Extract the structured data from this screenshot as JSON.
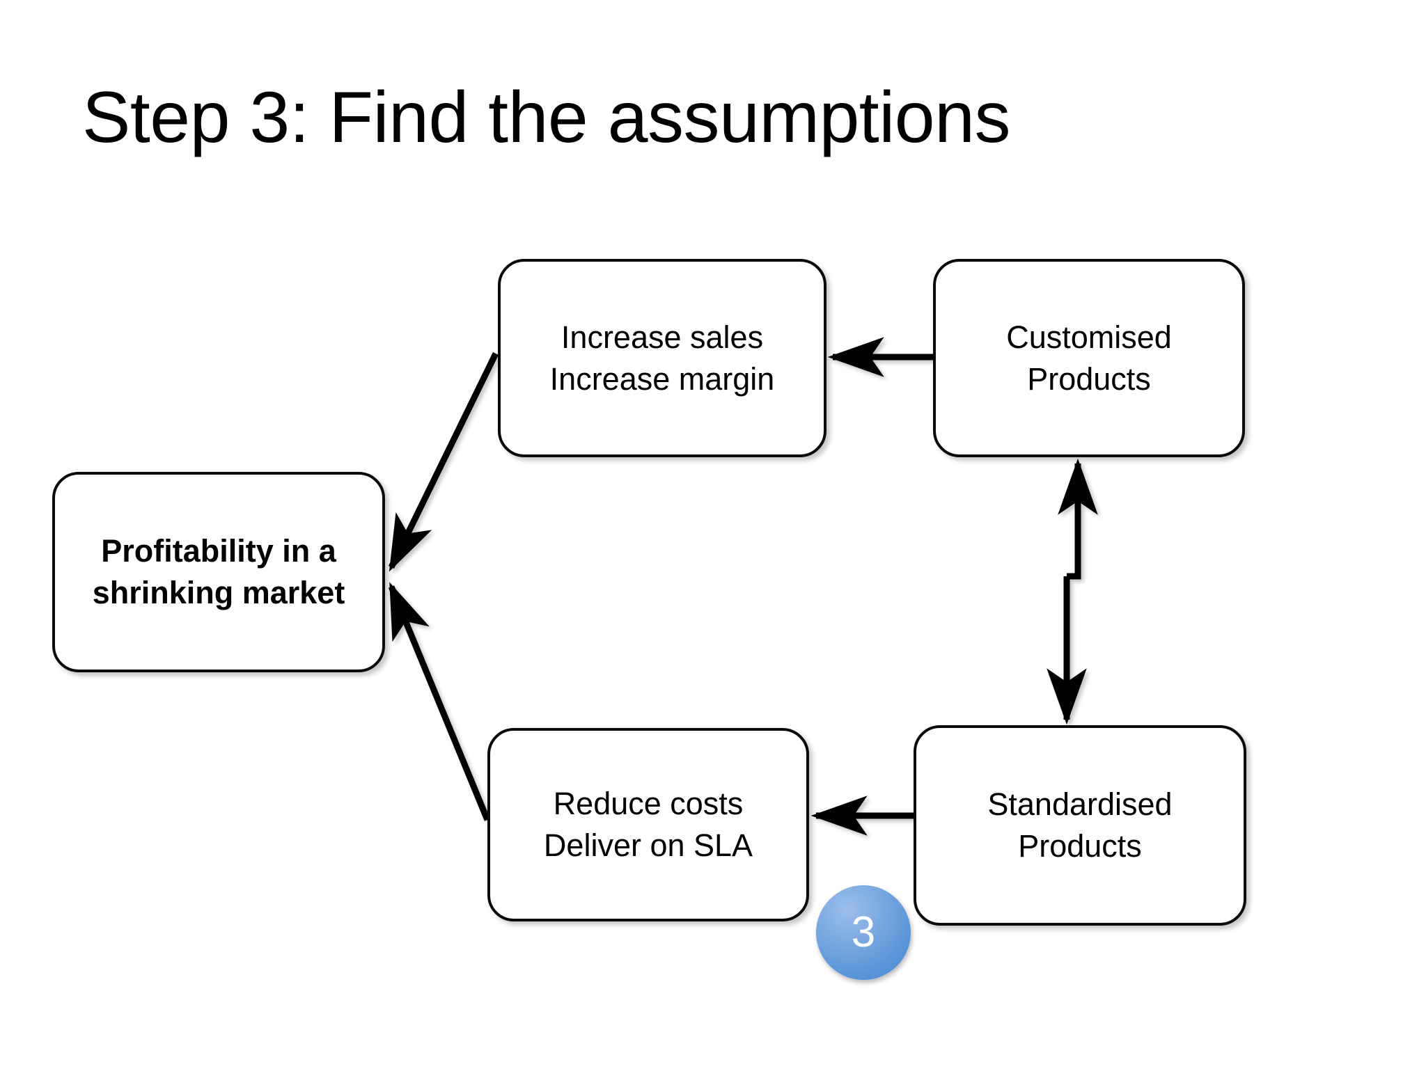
{
  "slide": {
    "title": "Step 3: Find the assumptions",
    "background_color": "#ffffff"
  },
  "diagram": {
    "type": "flow-diagram",
    "node_border_color": "#0a0a0a",
    "node_fill_color": "#ffffff",
    "connector_color": "#000000",
    "nodes": [
      {
        "id": "increase",
        "label": "Increase sales\nIncrease margin",
        "bold": false
      },
      {
        "id": "customised",
        "label": "Customised\nProducts",
        "bold": false
      },
      {
        "id": "profitability",
        "label": "Profitability in a\nshrinking market",
        "bold": true
      },
      {
        "id": "reduce",
        "label": "Reduce costs\nDeliver on SLA",
        "bold": false
      },
      {
        "id": "standardised",
        "label": "Standardised\nProducts",
        "bold": false
      }
    ],
    "connectors": [
      {
        "from": "customised",
        "to": "increase",
        "style": "straight-horizontal",
        "direction": "left"
      },
      {
        "from": "standardised",
        "to": "reduce",
        "style": "straight-horizontal",
        "direction": "left"
      },
      {
        "from": "increase",
        "to": "profitability",
        "style": "diagonal",
        "direction": "down-left"
      },
      {
        "from": "reduce",
        "to": "profitability",
        "style": "diagonal",
        "direction": "up-left"
      },
      {
        "from": "standardised",
        "to": "customised",
        "style": "elbow-vertical",
        "direction": "up"
      },
      {
        "from": "customised",
        "to": "standardised",
        "style": "elbow-vertical",
        "direction": "down"
      }
    ]
  },
  "badge": {
    "number": "3",
    "fill_light": "#9CBEEB",
    "fill_dark": "#4786CE",
    "text_color": "#ffffff"
  }
}
